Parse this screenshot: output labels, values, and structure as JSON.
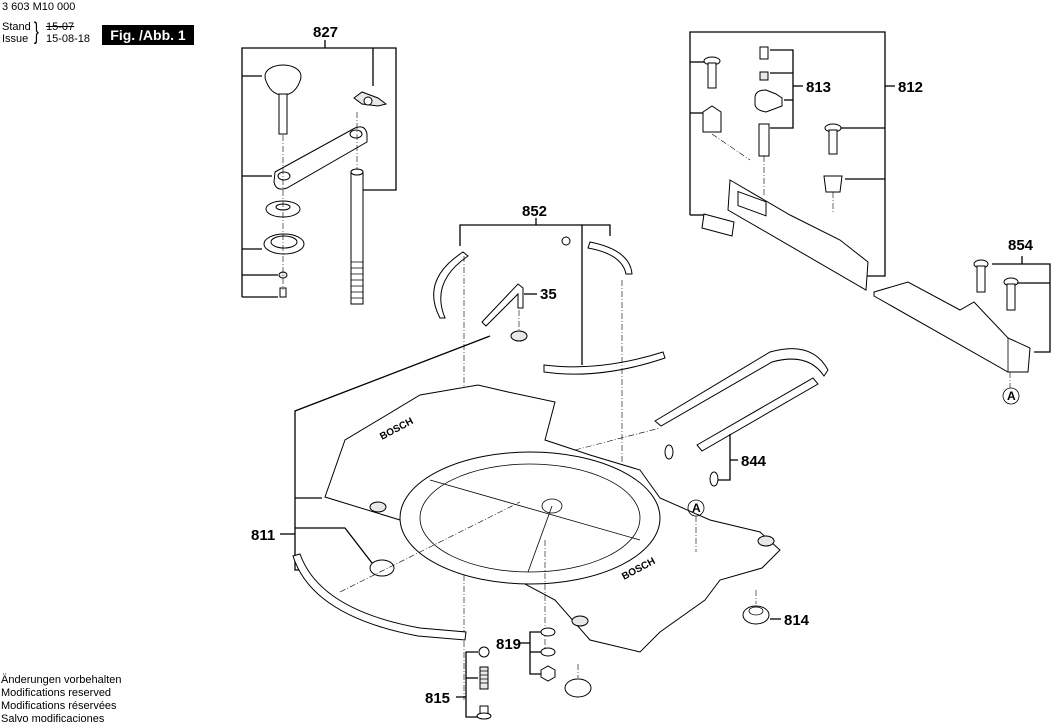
{
  "header": {
    "document_number": "3 603 M10 000",
    "stand_label": "Stand",
    "issue_label": "Issue",
    "old_date": "15-07",
    "new_date": "15-08-18",
    "figure_label": "Fig. /Abb. 1"
  },
  "footer": {
    "lines": [
      "Änderungen vorbehalten",
      "Modifications reserved",
      "Modifications réservées",
      "Salvo modificaciones"
    ]
  },
  "callouts": {
    "p827": "827",
    "p852": "852",
    "p35": "35",
    "p813": "813",
    "p812": "812",
    "p854": "854",
    "p844": "844",
    "p811": "811",
    "p814": "814",
    "p819": "819",
    "p815": "815"
  },
  "reference_markers": {
    "a1": "A",
    "a2": "A"
  },
  "brand_marks": {
    "logo_text": "BOSCH"
  }
}
